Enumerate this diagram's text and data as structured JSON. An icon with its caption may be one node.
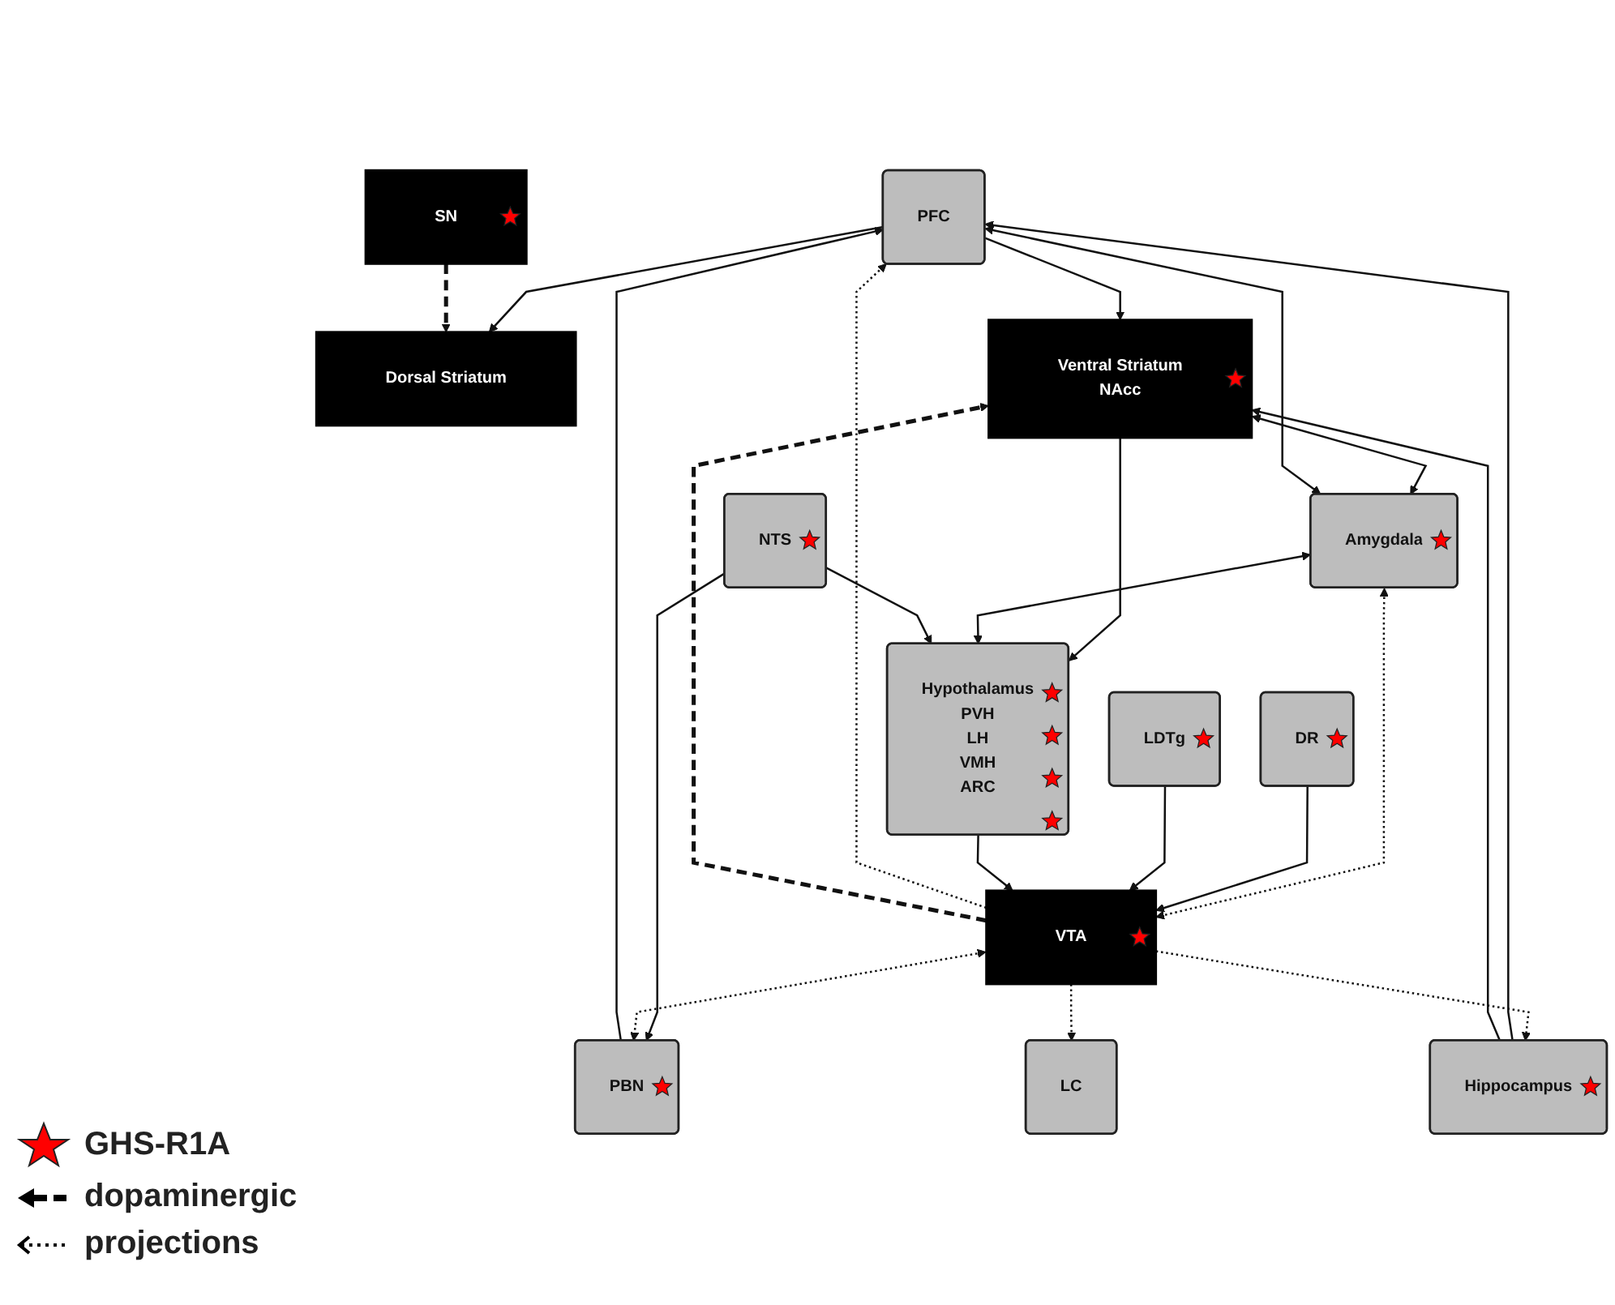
{
  "diagram": {
    "nodes": [
      {
        "text": [
          "PFC"
        ]
      },
      {
        "text": [
          "Hippocampus"
        ]
      },
      {
        "text": [
          "Dorsal Striatum"
        ]
      },
      {
        "text": [
          "Ventral Striatum",
          "NAcc"
        ]
      },
      {
        "text": [
          "SN"
        ]
      },
      {
        "text": [
          "PBN"
        ]
      },
      {
        "text": [
          "VTA"
        ]
      },
      {
        "text": [
          "DR"
        ]
      },
      {
        "text": [
          "Amygdala"
        ]
      },
      {
        "text": [
          "LDTg"
        ]
      },
      {
        "text": [
          "LC"
        ]
      },
      {
        "text": [
          "Hypothalamus",
          "PVH",
          "LH",
          "VMH",
          "ARC"
        ]
      },
      {
        "text": [
          "NTS"
        ]
      }
    ],
    "edges": [
      {
        "from": 5,
        "to": 0,
        "arrow": "to"
      },
      {
        "from": 6,
        "to": 0,
        "arrow": "to",
        "style": "dashed"
      },
      {
        "from": 1,
        "to": 0,
        "arrow": "to"
      },
      {
        "from": 6,
        "to": 1,
        "arrow": "to",
        "style": "dashed"
      },
      {
        "from": 0,
        "to": 2,
        "arrow": "to"
      },
      {
        "from": 0,
        "to": 3,
        "arrow": "to"
      },
      {
        "from": 1,
        "to": 3,
        "arrow": "to"
      },
      {
        "from": 4,
        "to": 2,
        "arrow": "to",
        "style": "dashed"
      },
      {
        "from": 6,
        "to": 3,
        "arrow": "to",
        "style": "dashed"
      },
      {
        "from": 12,
        "to": 5,
        "arrow": "to"
      },
      {
        "from": 6,
        "to": 5,
        "arrow": "both",
        "style": "dashed"
      },
      {
        "from": 8,
        "to": 0,
        "arrow": "both"
      },
      {
        "from": 3,
        "to": 8,
        "arrow": "both"
      },
      {
        "from": 8,
        "to": 6,
        "arrow": "both",
        "style": "dashed"
      },
      {
        "from": 7,
        "to": 6,
        "arrow": "to"
      },
      {
        "from": 9,
        "to": 6,
        "arrow": "to"
      },
      {
        "from": 3,
        "to": 11,
        "arrow": "to"
      },
      {
        "from": 8,
        "to": 11,
        "arrow": "both"
      },
      {
        "from": 11,
        "to": 6,
        "arrow": "to"
      },
      {
        "from": 6,
        "to": 10,
        "arrow": "to",
        "style": "dashed"
      },
      {
        "from": 12,
        "to": 11,
        "arrow": "to"
      }
    ],
    "legend": [
      {
        "text": "GHS-R1A"
      },
      {
        "text": "dopaminergic"
      },
      {
        "text": "projections"
      }
    ]
  }
}
